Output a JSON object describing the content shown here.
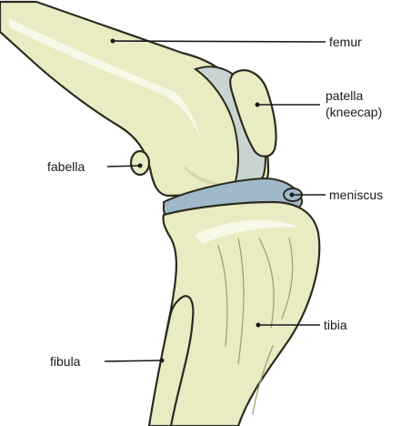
{
  "labels": {
    "femur": "femur",
    "patella_line1": "patella",
    "patella_line2": "(kneecap)",
    "fabella": "fabella",
    "meniscus": "meniscus",
    "tibia": "tibia",
    "fibula": "fibula"
  },
  "colors": {
    "bone": "#e9ebc2",
    "cartilage": "#c9d4d0",
    "meniscus": "#9fb9c9",
    "outline": "#2b2b1f"
  }
}
